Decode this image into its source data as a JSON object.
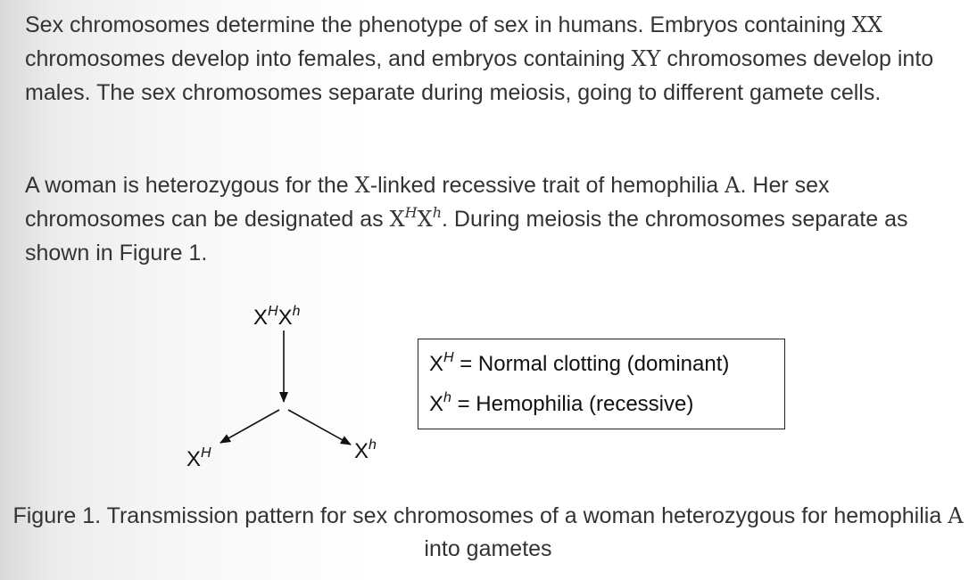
{
  "paragraphs": {
    "p1": {
      "part1": "Sex chromosomes determine the phenotype of sex in humans. Embryos containing ",
      "math1": "XX",
      "part2": " chromosomes develop into females, and embryos containing ",
      "math2": "XY",
      "part3": " chromosomes develop into males. The sex chromosomes separate during meiosis, going to different gamete cells."
    },
    "p2": {
      "part1": "A woman is heterozygous for the ",
      "math1": "X",
      "part2": "-linked recessive trait of hemophilia ",
      "math2": "A",
      "part3": ". Her sex chromosomes can be designated as ",
      "math3_base1": "X",
      "math3_sup1": "H",
      "math3_base2": "X",
      "math3_sup2": "h",
      "part4": ". During meiosis the chromosomes separate as shown in Figure 1."
    }
  },
  "figure": {
    "parent": {
      "base1": "X",
      "sup1": "H",
      "base2": "X",
      "sup2": "h"
    },
    "gamete_left": {
      "base": "X",
      "sup": "H"
    },
    "gamete_right": {
      "base": "X",
      "sup": "h"
    },
    "legend": [
      {
        "base": "X",
        "sup": "H",
        "text": " = Normal clotting (dominant)"
      },
      {
        "base": "X",
        "sup": "h",
        "text": " = Hemophilia (recessive)"
      }
    ],
    "caption": {
      "part1": "Figure 1. Transmission pattern for sex chromosomes of a woman heterozygous for hemophilia ",
      "math": "A",
      "part2": " into gametes"
    }
  },
  "colors": {
    "text": "#333333",
    "diagram_ink": "#111111",
    "background_edge": "#d9d9d9",
    "background": "#ffffff"
  }
}
